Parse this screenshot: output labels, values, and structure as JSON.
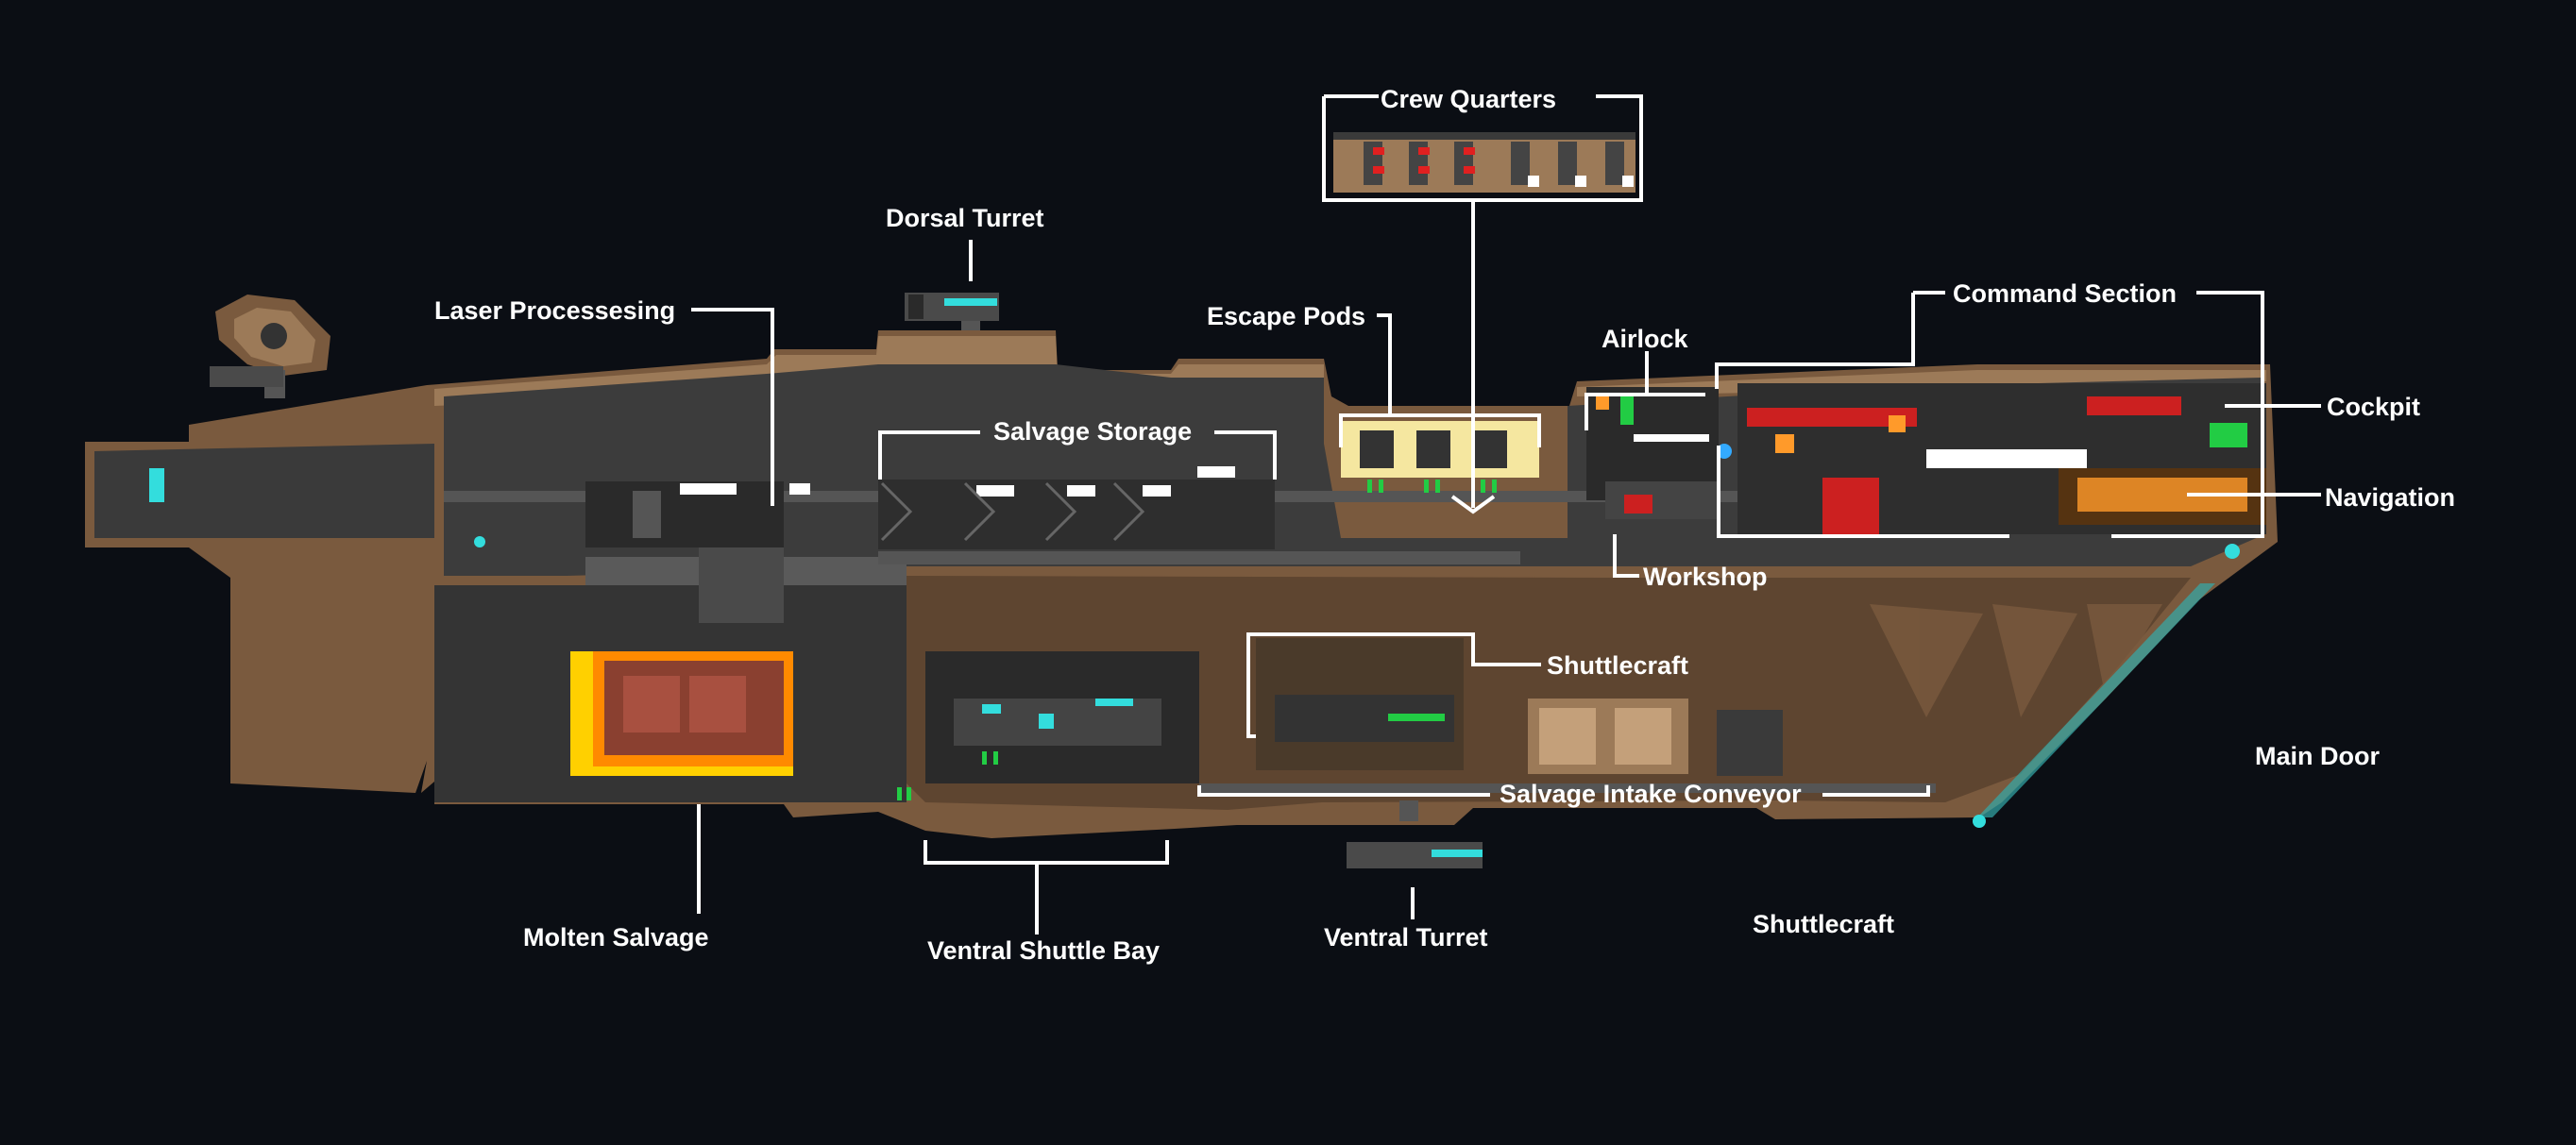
{
  "diagram": {
    "labels": {
      "crew_quarters": "Crew Quarters",
      "dorsal_turret": "Dorsal Turret",
      "laser_processing": "Laser Processesing",
      "escape_pods": "Escape Pods",
      "airlock": "Airlock",
      "command_section": "Command Section",
      "cockpit": "Cockpit",
      "navigation": "Navigation",
      "salvage_storage": "Salvage Storage",
      "workshop": "Workshop",
      "shuttlecraft_upper": "Shuttlecraft",
      "main_door": "Main Door",
      "salvage_intake_conveyor": "Salvage Intake Conveyor",
      "molten_salvage": "Molten Salvage",
      "ventral_shuttle_bay": "Ventral Shuttle Bay",
      "ventral_turret": "Ventral Turret",
      "shuttlecraft_lower": "Shuttlecraft"
    },
    "colors": {
      "background": "#0b0e14",
      "hull": "#7a5a3e",
      "hull_light": "#9c7a58",
      "interior": "#3a3a3a",
      "deck": "#2a2a2a",
      "molten": "#ffd000",
      "cyan_light": "#33dddd",
      "callout_line": "#ffffff"
    }
  }
}
